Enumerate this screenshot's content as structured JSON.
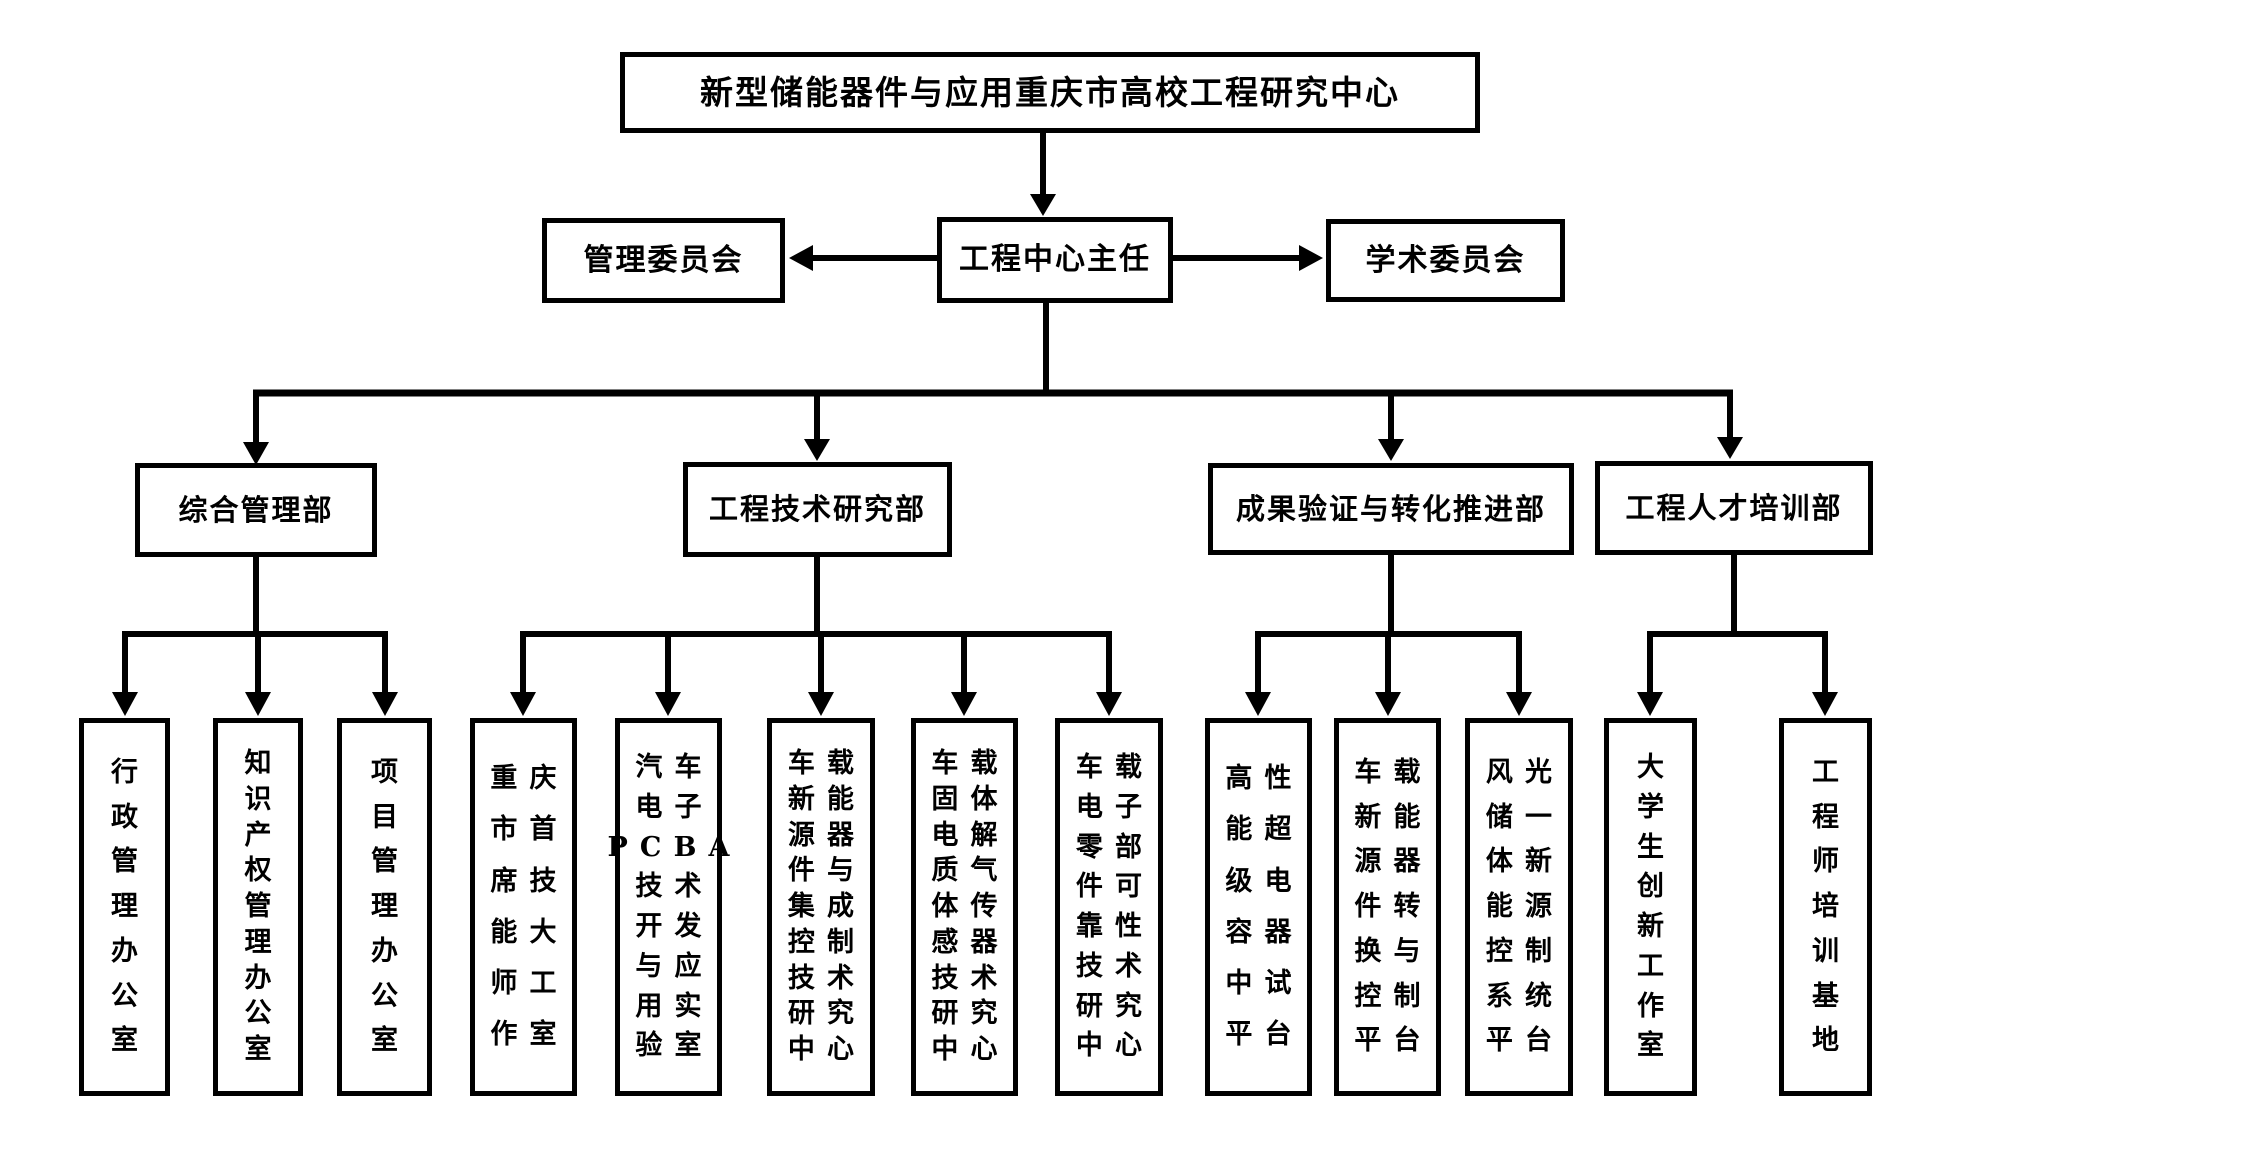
{
  "figure": {
    "background": "#ffffff",
    "line_color": "#000000",
    "box_border_color": "#000000",
    "text_color": "#000000"
  },
  "root": {
    "label": "新型储能器件与应用重庆市高校工程研究中心"
  },
  "director": {
    "label": "工程中心主任"
  },
  "committees": {
    "management": {
      "label": "管理委员会"
    },
    "academic": {
      "label": "学术委员会"
    }
  },
  "departments": [
    {
      "label": "综合管理部",
      "children": [
        {
          "label": "行政管理办公室",
          "lines": [
            "行",
            "政",
            "管",
            "理",
            "办",
            "公",
            "室"
          ]
        },
        {
          "label": "知识产权管理办公室",
          "lines": [
            "知",
            "识",
            "产",
            "权",
            "管",
            "理",
            "办",
            "公",
            "室"
          ]
        },
        {
          "label": "项目管理办公室",
          "lines": [
            "项",
            "目",
            "管",
            "理",
            "办",
            "公",
            "室"
          ]
        }
      ]
    },
    {
      "label": "工程技术研究部",
      "children": [
        {
          "label": "重庆市首席技能大师工作室",
          "lines": [
            "重庆",
            "市首",
            "席技",
            "能大",
            "师工",
            "作室"
          ]
        },
        {
          "label": "汽车电子PCBA技术开发与应用实验室",
          "lines": [
            "汽车",
            "电子",
            "PCBA",
            "技术",
            "开发",
            "与应",
            "用实",
            "验室"
          ]
        },
        {
          "label": "车载新能源器件与集成控制技术研究中心",
          "lines": [
            "车载",
            "新能",
            "源器",
            "件与",
            "集成",
            "控制",
            "技术",
            "研究",
            "中心"
          ]
        },
        {
          "label": "车载固体电解质气体传感器技术研究中心",
          "lines": [
            "车载",
            "固体",
            "电解",
            "质气",
            "体传",
            "感器",
            "技术",
            "研究",
            "中心"
          ]
        },
        {
          "label": "车载电子零部件可靠性技术研究中心",
          "lines": [
            "车载",
            "电子",
            "零部",
            "件可",
            "靠性",
            "技术",
            "研究",
            "中心"
          ]
        }
      ]
    },
    {
      "label": "成果验证与转化推进部",
      "children": [
        {
          "label": "高性能超级电容器中试平台",
          "lines": [
            "高性",
            "能超",
            "级电",
            "容器",
            "中试",
            "平台"
          ]
        },
        {
          "label": "车载新能源器件转换与控制平台",
          "lines": [
            "车载",
            "新能",
            "源器",
            "件转",
            "换与",
            "控制",
            "平台"
          ]
        },
        {
          "label": "风光储一体新能源控制系统平台",
          "lines": [
            "风光",
            "储一",
            "体新",
            "能源",
            "控制",
            "系统",
            "平台"
          ]
        }
      ]
    },
    {
      "label": "工程人才培训部",
      "children": [
        {
          "label": "大学生创新工作室",
          "lines": [
            "大",
            "学",
            "生",
            "创",
            "新",
            "工",
            "作",
            "室"
          ]
        },
        {
          "label": "工程师培训基地",
          "lines": [
            "工",
            "程",
            "师",
            "培",
            "训",
            "基",
            "地"
          ]
        }
      ]
    }
  ]
}
